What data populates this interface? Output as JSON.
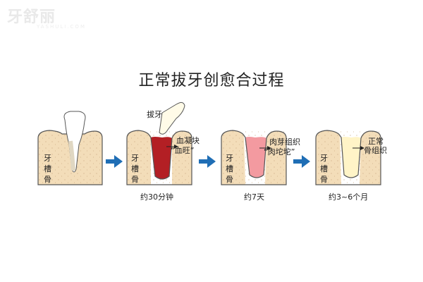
{
  "watermark": {
    "name": "牙舒丽",
    "sub": "YASHULI.COM"
  },
  "title": "正常拔牙创愈合过程",
  "stages": [
    {
      "bone_label": [
        "牙",
        "槽",
        "骨"
      ],
      "caption": "",
      "annotation": []
    },
    {
      "bone_label": [
        "牙",
        "槽",
        "骨"
      ],
      "caption": "约30分钟",
      "annotation": [
        "血凝块",
        "“血旺”"
      ],
      "extra_label": "拔牙"
    },
    {
      "bone_label": [
        "牙",
        "槽",
        "骨"
      ],
      "caption": "约7天",
      "annotation": [
        "肉芽组织",
        "“肉坨坨”"
      ]
    },
    {
      "bone_label": [
        "牙",
        "槽",
        "骨"
      ],
      "caption": "约3~6个月",
      "annotation": [
        "正常",
        "骨组织"
      ]
    }
  ],
  "colors": {
    "bone": "#f3ddb9",
    "bone_outline": "#555555",
    "clot": "#b31f24",
    "granulation": "#f39aa0",
    "new_bone": "#fff4c7",
    "tooth": "#ffffff",
    "arrow": "#1f6eb5"
  }
}
